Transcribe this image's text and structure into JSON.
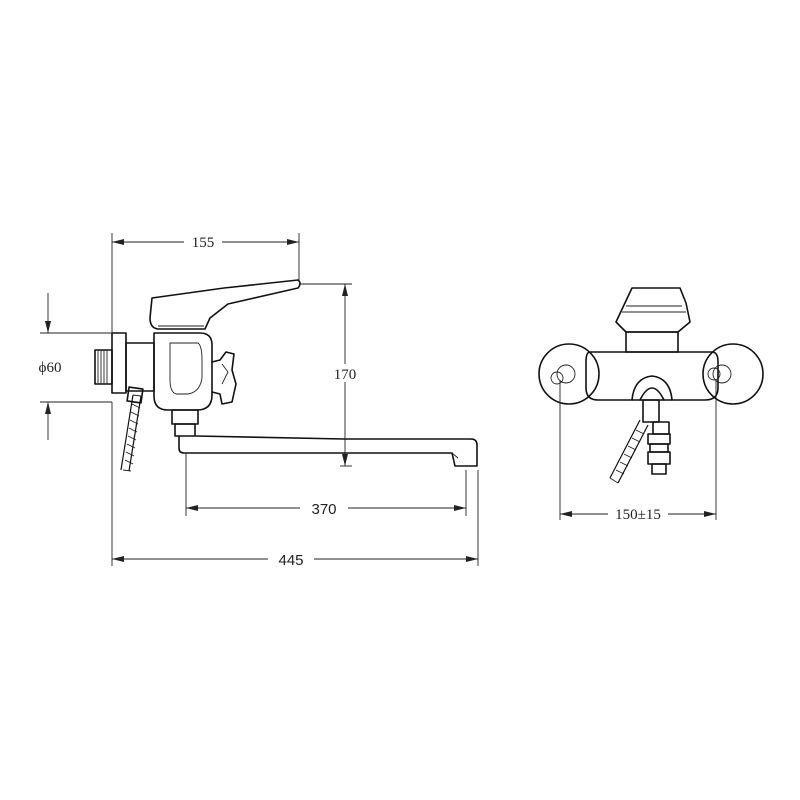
{
  "dimensions": {
    "handle_reach": "155",
    "pipe_diameter": "ϕ60",
    "height": "170",
    "spout_length": "370",
    "overall_length": "445",
    "eccentric_spacing": "150±15"
  }
}
